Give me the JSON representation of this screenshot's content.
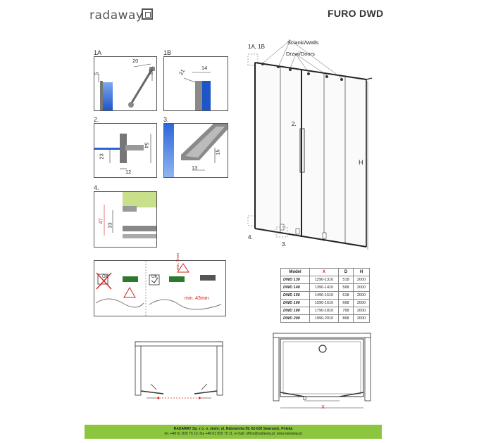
{
  "header": {
    "brand": "radaway",
    "product": "FURO DWD"
  },
  "panels": {
    "p1a": {
      "label": "1A",
      "dims": [
        "20",
        "23",
        "5"
      ]
    },
    "p1b": {
      "label": "1B",
      "dims": [
        "14",
        "21"
      ]
    },
    "p2": {
      "label": "2.",
      "dims": [
        "54",
        "23",
        "12"
      ]
    },
    "p3": {
      "label": "3.",
      "dims": [
        "15",
        "13"
      ]
    },
    "p4": {
      "label": "4.",
      "dims": [
        "47",
        "33"
      ]
    }
  },
  "warnings": {
    "ok_left": "OK",
    "ok_right": "OK",
    "min_gap": "min. 3mm",
    "min_depth": "min. 43mm"
  },
  "main_diagram": {
    "callout_1a1b": "1A, 1B",
    "walls_label": "Ścianki/Walls",
    "doors_label": "Drzwi/Doors",
    "callout_2": "2.",
    "callout_4": "4.",
    "callout_3": "3.",
    "height_label": "H"
  },
  "spec_table": {
    "headers": [
      "Model",
      "X",
      "D",
      "H"
    ],
    "rows": [
      [
        "DWD 130",
        "1290-1310",
        "518",
        "2000"
      ],
      [
        "DWD 140",
        "1390-1410",
        "568",
        "2000"
      ],
      [
        "DWD 150",
        "1490-1510",
        "618",
        "2000"
      ],
      [
        "DWD 160",
        "1590-1610",
        "668",
        "2000"
      ],
      [
        "DWD 180",
        "1790-1810",
        "768",
        "2000"
      ],
      [
        "DWD 200",
        "1990-2010",
        "868",
        "2000"
      ]
    ]
  },
  "plan": {
    "d_label": "D",
    "x_label": "X"
  },
  "footer": {
    "line1": "RADAWAY Sp. z o. o. Jasin; ul. Rabowicka 59, 62-020 Swarzędz, Polska",
    "line2": "tel. +48 61 835 75 10, fax +48 61 835 75 11, e-mail: office@radaway.pl, www.radaway.pl"
  },
  "colors": {
    "glass_blue": "#3a6fd8",
    "footer_green": "#8cc63f",
    "warning_red": "#d42020",
    "level_green": "#c8e08a"
  }
}
